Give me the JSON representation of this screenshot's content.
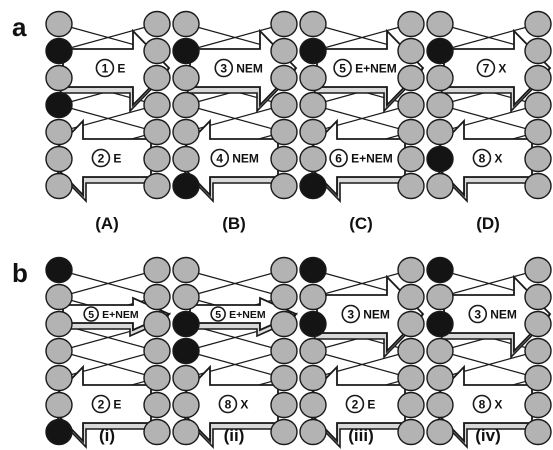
{
  "row_labels": [
    "a",
    "b"
  ],
  "colors": {
    "bead_light": "#b3b3b3",
    "bead_dark": "#141414",
    "outline": "#1a1a1a",
    "arrow_fill": "#ffffff",
    "arrow_side": "#d9d9d9"
  },
  "panels": [
    {
      "label": "(A)",
      "dark_beads": [
        1,
        3
      ],
      "arrows": [
        {
          "dir": "right",
          "num": "1",
          "text": "E",
          "size": "large"
        },
        {
          "dir": "left",
          "num": "2",
          "text": "E",
          "size": "large"
        }
      ]
    },
    {
      "label": "(B)",
      "dark_beads": [
        1,
        6
      ],
      "arrows": [
        {
          "dir": "right",
          "num": "3",
          "text": "NEM",
          "size": "large"
        },
        {
          "dir": "left",
          "num": "4",
          "text": "NEM",
          "size": "large"
        }
      ]
    },
    {
      "label": "(C)",
      "dark_beads": [
        1,
        6
      ],
      "arrows": [
        {
          "dir": "right",
          "num": "5",
          "text": "E+NEM",
          "size": "large"
        },
        {
          "dir": "left",
          "num": "6",
          "text": "E+NEM",
          "size": "large"
        }
      ]
    },
    {
      "label": "(D)",
      "dark_beads": [
        1,
        5
      ],
      "arrows": [
        {
          "dir": "right",
          "num": "7",
          "text": "X",
          "size": "large"
        },
        {
          "dir": "left",
          "num": "8",
          "text": "X",
          "size": "large"
        }
      ]
    },
    {
      "label": "(i)",
      "dark_beads": [
        0,
        6
      ],
      "arrows": [
        {
          "dir": "right",
          "num": "5",
          "text": "E+NEM",
          "size": "small"
        },
        {
          "dir": "left",
          "num": "2",
          "text": "E",
          "size": "large"
        }
      ]
    },
    {
      "label": "(ii)",
      "dark_beads": [
        2,
        3
      ],
      "arrows": [
        {
          "dir": "right",
          "num": "5",
          "text": "E+NEM",
          "size": "small"
        },
        {
          "dir": "left",
          "num": "8",
          "text": "X",
          "size": "large"
        }
      ]
    },
    {
      "label": "(iii)",
      "dark_beads": [
        0,
        2
      ],
      "arrows": [
        {
          "dir": "right",
          "num": "3",
          "text": "NEM",
          "size": "large"
        },
        {
          "dir": "left",
          "num": "2",
          "text": "E",
          "size": "large"
        }
      ]
    },
    {
      "label": "(iv)",
      "dark_beads": [
        0,
        2
      ],
      "arrows": [
        {
          "dir": "right",
          "num": "3",
          "text": "NEM",
          "size": "large"
        },
        {
          "dir": "left",
          "num": "8",
          "text": "X",
          "size": "large"
        }
      ]
    }
  ]
}
